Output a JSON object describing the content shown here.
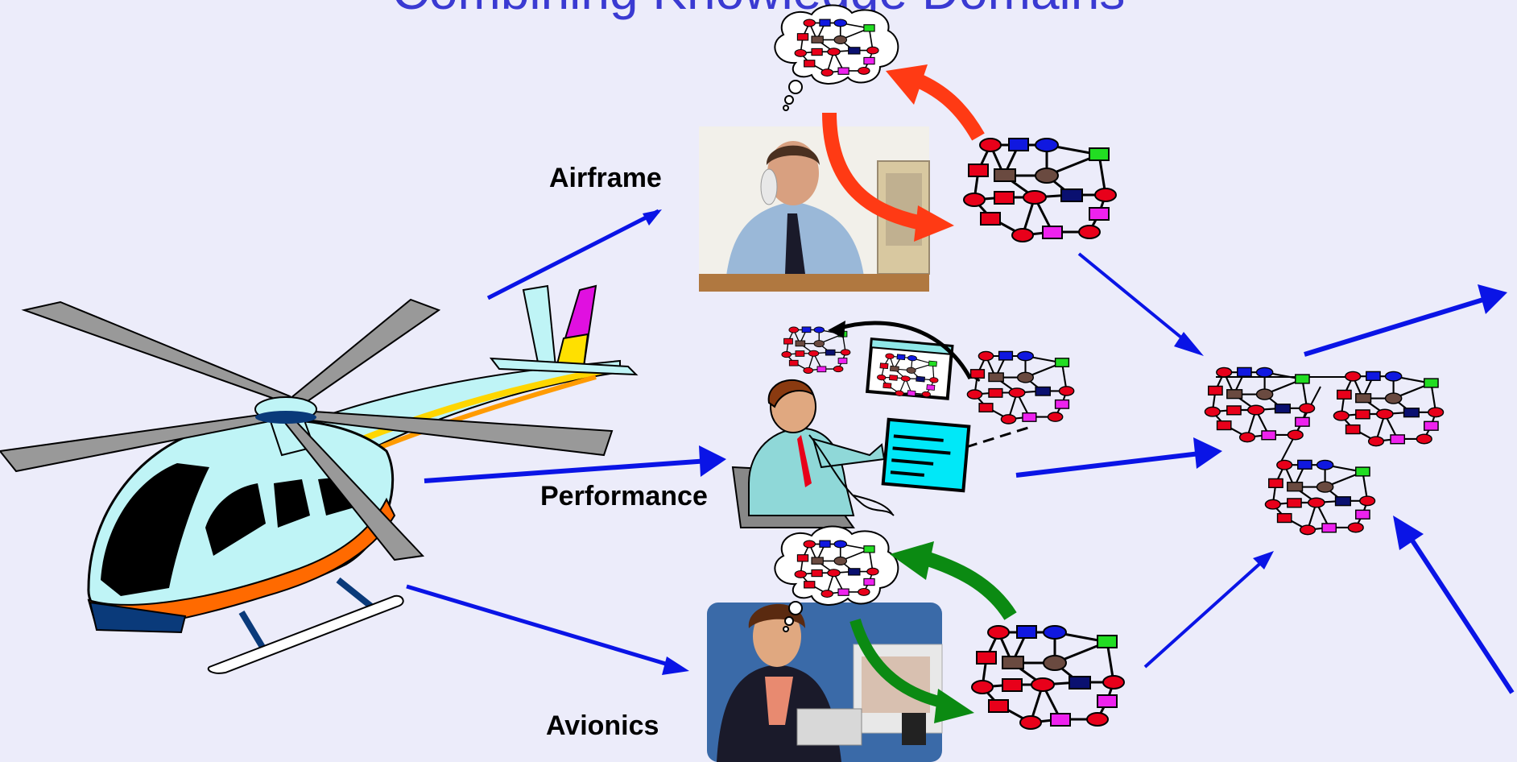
{
  "title": "Combining Knowledge Domains",
  "labels": {
    "airframe": "Airframe",
    "performance": "Performance",
    "avionics": "Avionics"
  },
  "colors": {
    "background": "#ececfa",
    "title": "#3a3ad2",
    "blue_arrow": "#0a14e6",
    "red_arrow": "#ff3a14",
    "green_arrow": "#0b8a12",
    "node_red": "#e8001a",
    "node_blue": "#1018e0",
    "node_green": "#22dd22",
    "node_brown": "#6a4a40",
    "node_navy": "#0a1070",
    "node_magenta": "#ee22ee"
  },
  "icons": [
    "helicopter-illustration",
    "man-on-phone-photo",
    "engineer-at-computer-clipart",
    "woman-at-computer-photo",
    "thought-bubble-icon",
    "knowledge-network-graph"
  ]
}
